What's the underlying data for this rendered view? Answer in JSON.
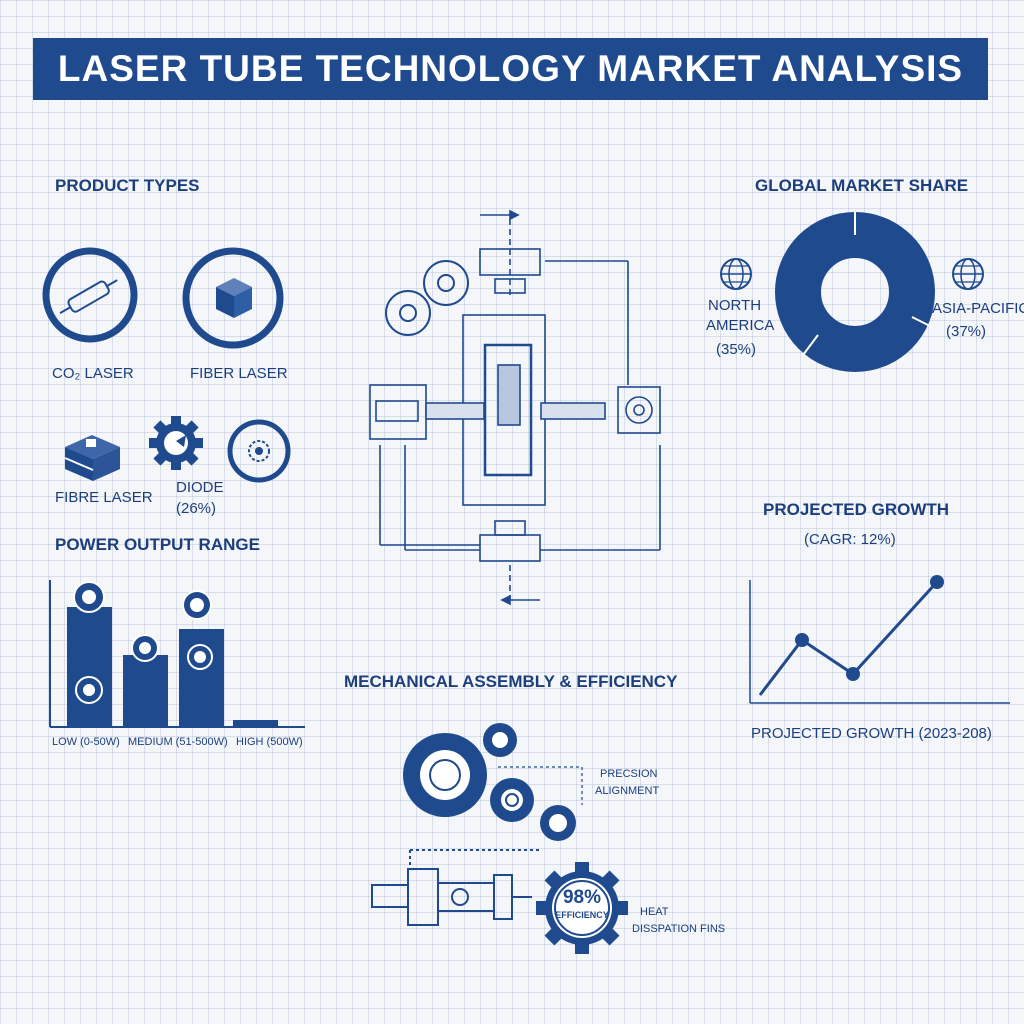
{
  "title": "LASER TUBE TECHNOLOGY MARKET ANALYSIS",
  "product_types": {
    "heading": "PRODUCT TYPES",
    "items": [
      {
        "label": "CO₂ LASER"
      },
      {
        "label": "FIBER LASER"
      },
      {
        "label": "FIBRE LASER"
      },
      {
        "label": "DIODE"
      },
      {
        "label": "(26%)"
      }
    ]
  },
  "power_output": {
    "heading": "POWER OUTPUT RANGE",
    "categories": [
      "LOW (0-50W)",
      "MEDIUM (51-500W)",
      "HIGH (500W)"
    ]
  },
  "market_share": {
    "heading": "GLOBAL MARKET SHARE",
    "north_america": "NORTH",
    "north_america_2": "AMERICA",
    "north_america_pct": "(35%)",
    "asia_pacific": "ASIA-PACIFIC",
    "asia_pacific_pct": "(37%)"
  },
  "growth": {
    "heading": "PROJECTED GROWTH",
    "cagr": "(CAGR: 12%)",
    "caption": "PROJECTED GROWTH (2023-208)"
  },
  "assembly": {
    "heading": "MECHANICAL ASSEMBLY & EFFICIENCY",
    "precision": "PRECSION",
    "alignment": "ALIGNMENT",
    "efficiency_value": "98%",
    "efficiency_label": "EFFICIENCY",
    "heat_1": "HEAT",
    "heat_2": "DISSPATION FINS"
  },
  "colors": {
    "primary": "#1f4a8e",
    "text": "#1c3f7c",
    "background": "#f4f6fa"
  },
  "icons": [
    "globe-icon",
    "gear-icon",
    "laser-tube-icon",
    "cube-icon"
  ]
}
